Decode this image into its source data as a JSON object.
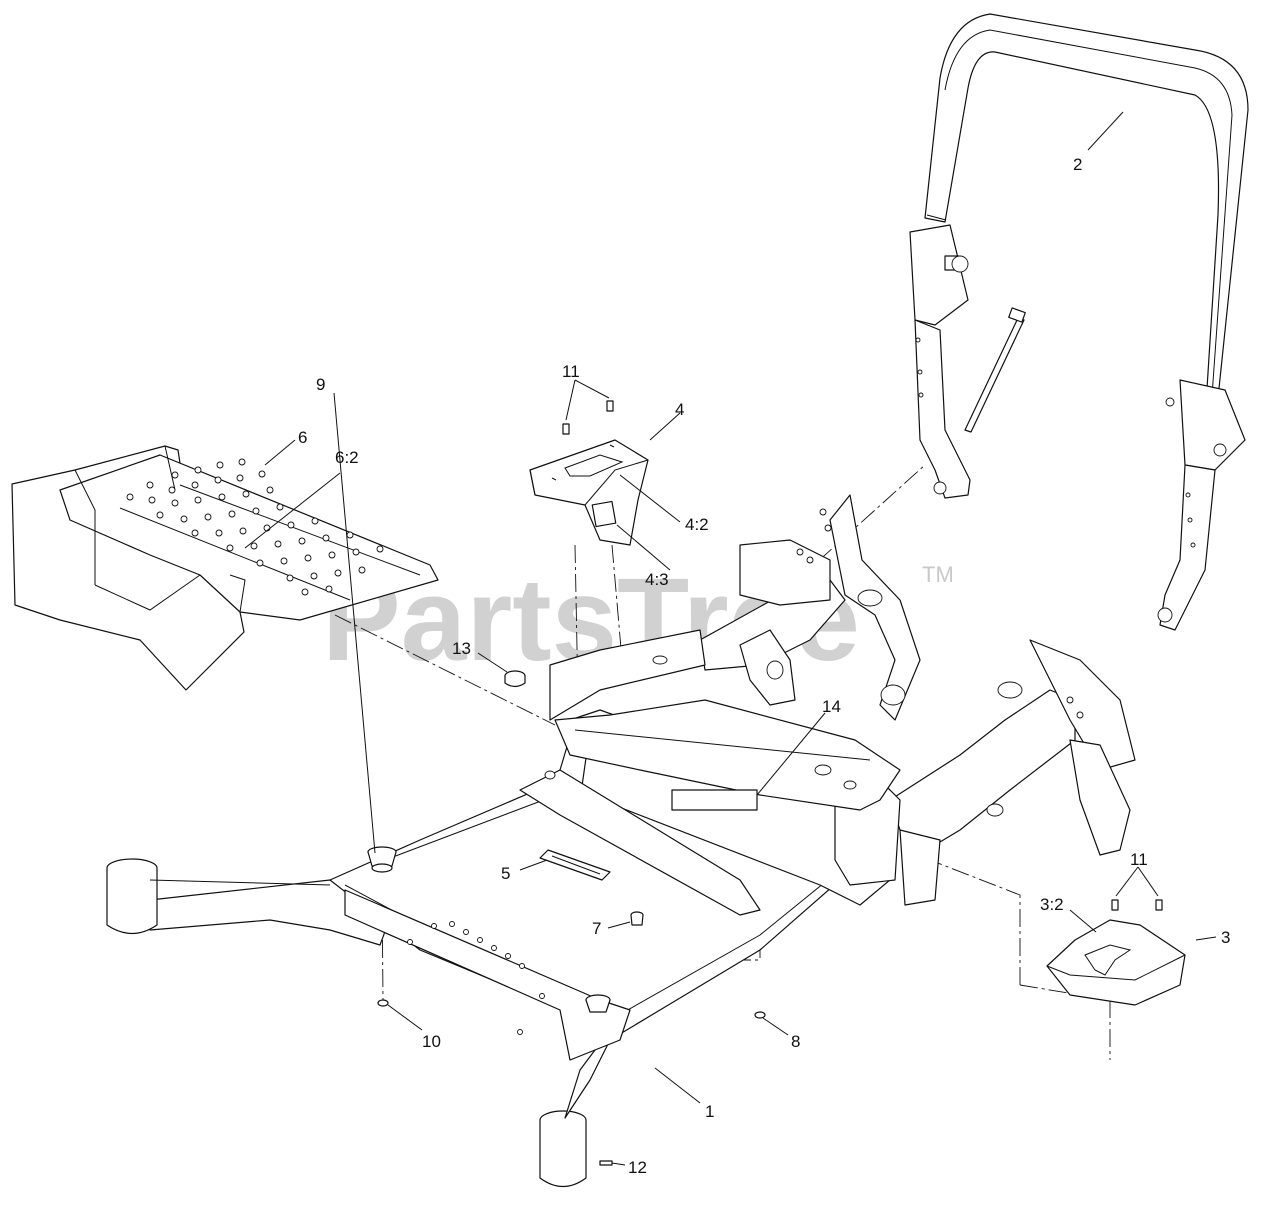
{
  "watermark": {
    "text": "PartsTree",
    "trademark": "TM"
  },
  "callouts": [
    {
      "id": "1",
      "label": "1"
    },
    {
      "id": "2",
      "label": "2"
    },
    {
      "id": "3",
      "label": "3"
    },
    {
      "id": "3-2",
      "label": "3:2"
    },
    {
      "id": "4",
      "label": "4"
    },
    {
      "id": "4-2",
      "label": "4:2"
    },
    {
      "id": "4-3",
      "label": "4:3"
    },
    {
      "id": "5",
      "label": "5"
    },
    {
      "id": "6",
      "label": "6"
    },
    {
      "id": "6-2",
      "label": "6:2"
    },
    {
      "id": "7",
      "label": "7"
    },
    {
      "id": "8",
      "label": "8"
    },
    {
      "id": "9",
      "label": "9"
    },
    {
      "id": "10",
      "label": "10"
    },
    {
      "id": "11a",
      "label": "11"
    },
    {
      "id": "11b",
      "label": "11"
    },
    {
      "id": "12",
      "label": "12"
    },
    {
      "id": "13",
      "label": "13"
    },
    {
      "id": "14",
      "label": "14"
    }
  ]
}
